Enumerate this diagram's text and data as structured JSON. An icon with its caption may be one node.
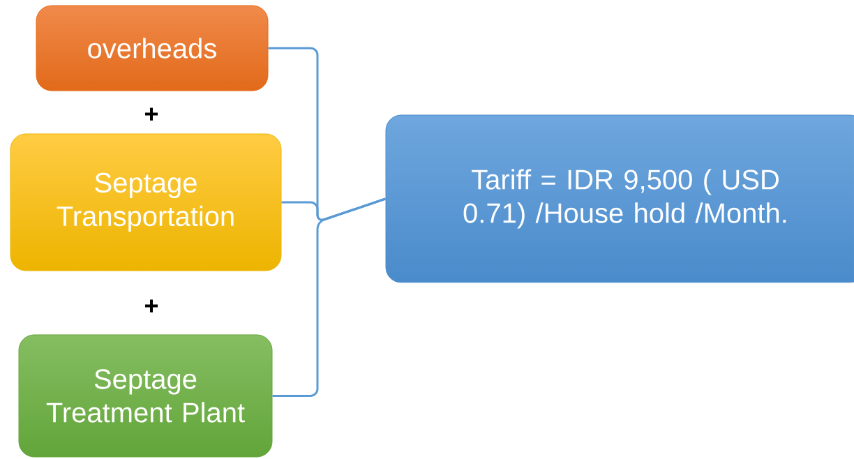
{
  "diagram": {
    "nodes": [
      {
        "text": [
          "overheads"
        ]
      },
      {
        "text": [
          "Septage Transportation"
        ]
      },
      {
        "text": [
          "Septage Treatment Plant"
        ]
      },
      {
        "text": [
          "Tariff = IDR 9,500 ( USD 0.71) /House hold /Month."
        ]
      }
    ],
    "edges": [
      {
        "from": 0,
        "to": 3,
        "arrow": "none"
      },
      {
        "from": 1,
        "to": 3,
        "arrow": "none"
      },
      {
        "from": 2,
        "to": 3,
        "arrow": "none"
      }
    ],
    "labels": [
      "+",
      "+"
    ]
  }
}
